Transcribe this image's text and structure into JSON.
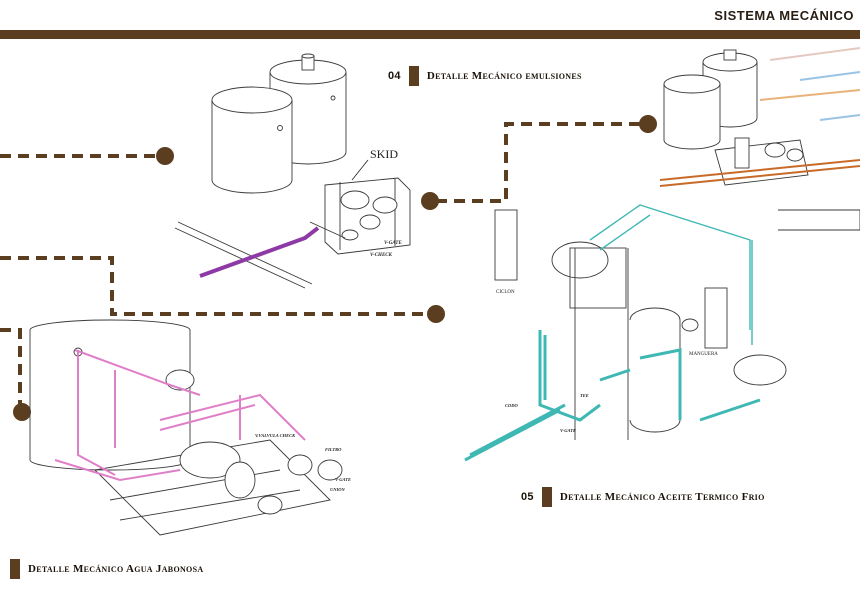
{
  "header": {
    "title": "SISTEMA MECÁNICO"
  },
  "colors": {
    "brown": "#5a3e1f",
    "purple": "#8e3aa6",
    "pink": "#e07fc8",
    "teal": "#3fb8b4",
    "orange": "#c86b2a",
    "linework": "#3a3a3a"
  },
  "captions": [
    {
      "num": "04",
      "text": "Detalle Mecánico emulsiones"
    },
    {
      "num": "05",
      "text": "Detalle Mecánico Aceite Termico Frio"
    },
    {
      "num": "",
      "text": "Detalle Mecánico Agua Jabonosa"
    }
  ],
  "labels": {
    "skid": "SKID",
    "ciclon": "CICLON",
    "manguera": "MANGUERA",
    "vgate": "V-GATE",
    "vcheck": "V-CHECK",
    "codo": "CODO",
    "tee": "TEE",
    "filtro": "FILTRO",
    "valvula_check": "V.VALVULA CHECK",
    "union": "UNION"
  }
}
